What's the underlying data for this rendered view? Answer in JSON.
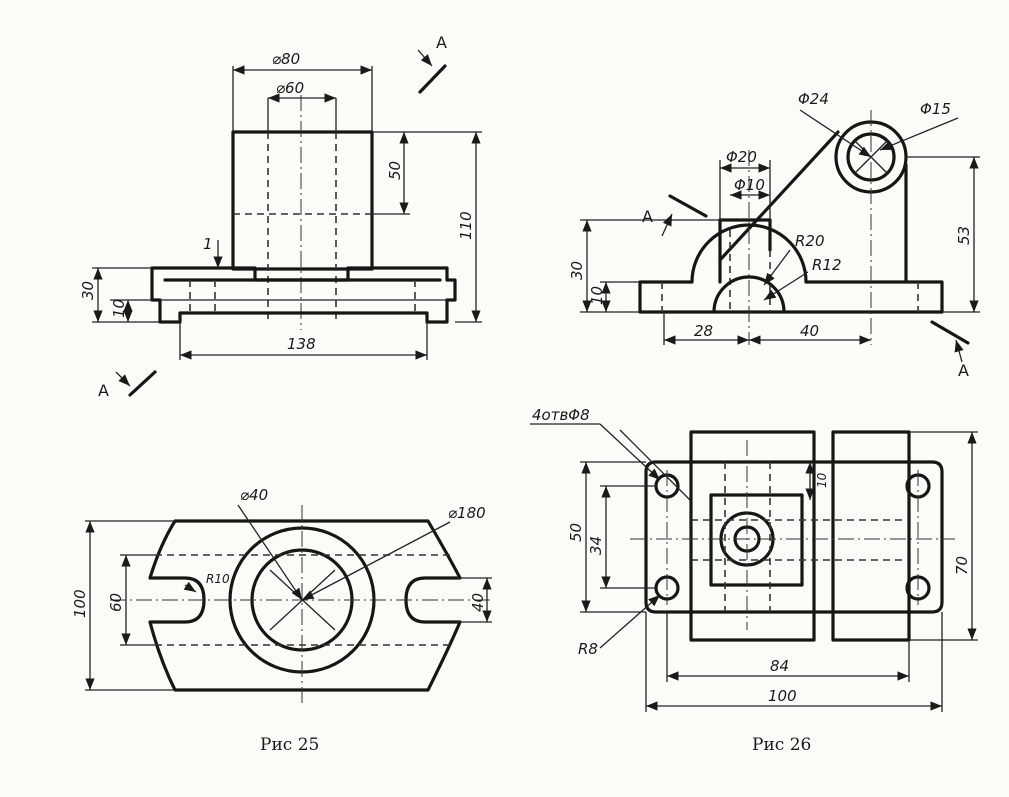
{
  "fig25": {
    "caption": "Рис 25",
    "section_letter": "А",
    "dims": {
      "d80": "⌀80",
      "d60": "⌀60",
      "h50": "50",
      "h110": "110",
      "h30": "30",
      "h10": "10",
      "w138": "138",
      "t1": "1",
      "d40": "⌀40",
      "d180": "⌀180",
      "r10": "R10",
      "h100": "100",
      "h60": "60",
      "h40": "40"
    }
  },
  "fig26": {
    "caption": "Рис 26",
    "section_letter": "А",
    "dims": {
      "d24": "Φ24",
      "d15": "Φ15",
      "d20": "Φ20",
      "d10": "Φ10",
      "r20": "R20",
      "r12": "R12",
      "h30": "30",
      "h10": "10",
      "h53": "53",
      "w28": "28",
      "w40": "40",
      "holes": "4отвΦ8",
      "h50": "50",
      "h34": "34",
      "t10": "10",
      "h70": "70",
      "r8": "R8",
      "w84": "84",
      "w100": "100"
    }
  }
}
